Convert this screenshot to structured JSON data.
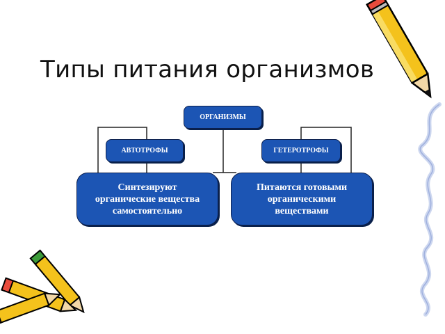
{
  "slide": {
    "title": "Типы питания организмов"
  },
  "diagram": {
    "root": "ОРГАНИЗМЫ",
    "left_type": "АВТОТРОФЫ",
    "right_type": "ГЕТЕРОТРОФЫ",
    "left_description": "Синтезируют\nорганические вещества\nсамостоятельно",
    "right_description": "Питаются готовыми\nорганическими\nвеществами"
  },
  "colors": {
    "node_fill": "#1c55b4",
    "node_text": "#ffffff",
    "connector": "#222222"
  },
  "icons": [
    "pencil-icon",
    "pencil-icon",
    "pencil-icon",
    "pencil-icon"
  ]
}
